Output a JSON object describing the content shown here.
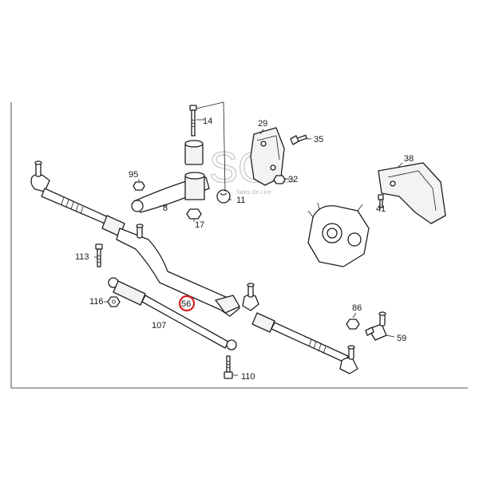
{
  "watermark": {
    "logo": "SGL",
    "tagline": "Sales On Line"
  },
  "labels": {
    "p14": "14",
    "p29": "29",
    "p35": "35",
    "p95": "95",
    "p32": "32",
    "p38": "38",
    "p8": "8",
    "p11": "11",
    "p17": "17",
    "p41": "41",
    "p113": "113",
    "p116": "116",
    "p56": "56",
    "p107": "107",
    "p86": "86",
    "p59": "59",
    "p110": "110"
  },
  "highlight": {
    "part": "56",
    "color": "#d61f1f"
  }
}
